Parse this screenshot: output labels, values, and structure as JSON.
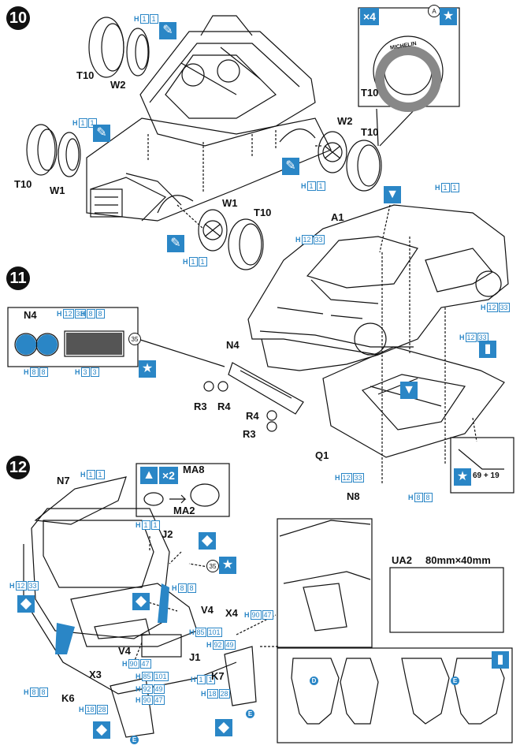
{
  "steps": {
    "s10": "10",
    "s11": "11",
    "s12": "12"
  },
  "labels": {
    "t10_a": "T10",
    "w2_a": "W2",
    "t10_b": "T10",
    "w1_a": "W1",
    "w2_b": "W2",
    "t10_c": "T10",
    "w1_b": "W1",
    "t10_d": "T10",
    "t10_tire": "T10",
    "a1": "A1",
    "n4_box": "N4",
    "n4": "N4",
    "r3_a": "R3",
    "r4_a": "R4",
    "r4_b": "R4",
    "r3_b": "R3",
    "q1": "Q1",
    "n8": "N8",
    "n7": "N7",
    "j2": "J2",
    "ma8": "MA8",
    "ma2": "MA2",
    "v4_a": "V4",
    "v4_b": "V4",
    "x4": "X4",
    "j1": "J1",
    "x3": "X3",
    "k6": "K6",
    "k7": "K7",
    "ua2": "UA2",
    "ua2_size": "80mm×40mm",
    "x4_mult": "×4",
    "x2_mult": "×2",
    "a_mark": "A",
    "michelin": "MICHELIN",
    "d_mark": "D",
    "e_mark": "E",
    "e_a": "E",
    "e_b": "E",
    "plus": "69 + 19",
    "n35_a": "35",
    "n35_b": "35"
  },
  "codes": {
    "h1_1a": {
      "pfx": "H",
      "n1": "1",
      "n2": "1"
    },
    "h1_1b": {
      "pfx": "H",
      "n1": "1",
      "n2": "1"
    },
    "h1_1c": {
      "pfx": "H",
      "n1": "1",
      "n2": "1"
    },
    "h1_1d": {
      "pfx": "H",
      "n1": "1",
      "n2": "1"
    },
    "h1_1e": {
      "pfx": "H",
      "n1": "1",
      "n2": "1"
    },
    "h12_33a": {
      "pfx": "H",
      "n1": "12",
      "n2": "33"
    },
    "h12_33b": {
      "pfx": "H",
      "n1": "12",
      "n2": "33"
    },
    "h12_33c": {
      "pfx": "H",
      "n1": "12",
      "n2": "33"
    },
    "h12_33d": {
      "pfx": "H",
      "n1": "12",
      "n2": "33"
    },
    "h12_33e": {
      "pfx": "H",
      "n1": "12",
      "n2": "33"
    },
    "h12_33f": {
      "pfx": "H",
      "n1": "12",
      "n2": "33"
    },
    "h8_8a": {
      "pfx": "H",
      "n1": "8",
      "n2": "8"
    },
    "h8_8b": {
      "pfx": "H",
      "n1": "8",
      "n2": "8"
    },
    "h8_8c": {
      "pfx": "H",
      "n1": "8",
      "n2": "8"
    },
    "h8_8d": {
      "pfx": "H",
      "n1": "8",
      "n2": "8"
    },
    "h8_8e": {
      "pfx": "H",
      "n1": "8",
      "n2": "8"
    },
    "h3_3": {
      "pfx": "H",
      "n1": "3",
      "n2": "3"
    },
    "h1_1f": {
      "pfx": "H",
      "n1": "1",
      "n2": "1"
    },
    "h1_1g": {
      "pfx": "H",
      "n1": "1",
      "n2": "1"
    },
    "h90_47a": {
      "pfx": "H",
      "n1": "90",
      "n2": "47"
    },
    "h85_101a": {
      "pfx": "H",
      "n1": "85",
      "n2": "101"
    },
    "h92_49a": {
      "pfx": "H",
      "n1": "92",
      "n2": "49"
    },
    "h90_47b": {
      "pfx": "H",
      "n1": "90",
      "n2": "47"
    },
    "h85_101b": {
      "pfx": "H",
      "n1": "85",
      "n2": "101"
    },
    "h92_49b": {
      "pfx": "H",
      "n1": "92",
      "n2": "49"
    },
    "h90_47c": {
      "pfx": "H",
      "n1": "90",
      "n2": "47"
    },
    "h18_28a": {
      "pfx": "H",
      "n1": "18",
      "n2": "28"
    },
    "h18_28b": {
      "pfx": "H",
      "n1": "18",
      "n2": "28"
    }
  },
  "colors": {
    "accent": "#2a86c6",
    "ink": "#111111"
  }
}
